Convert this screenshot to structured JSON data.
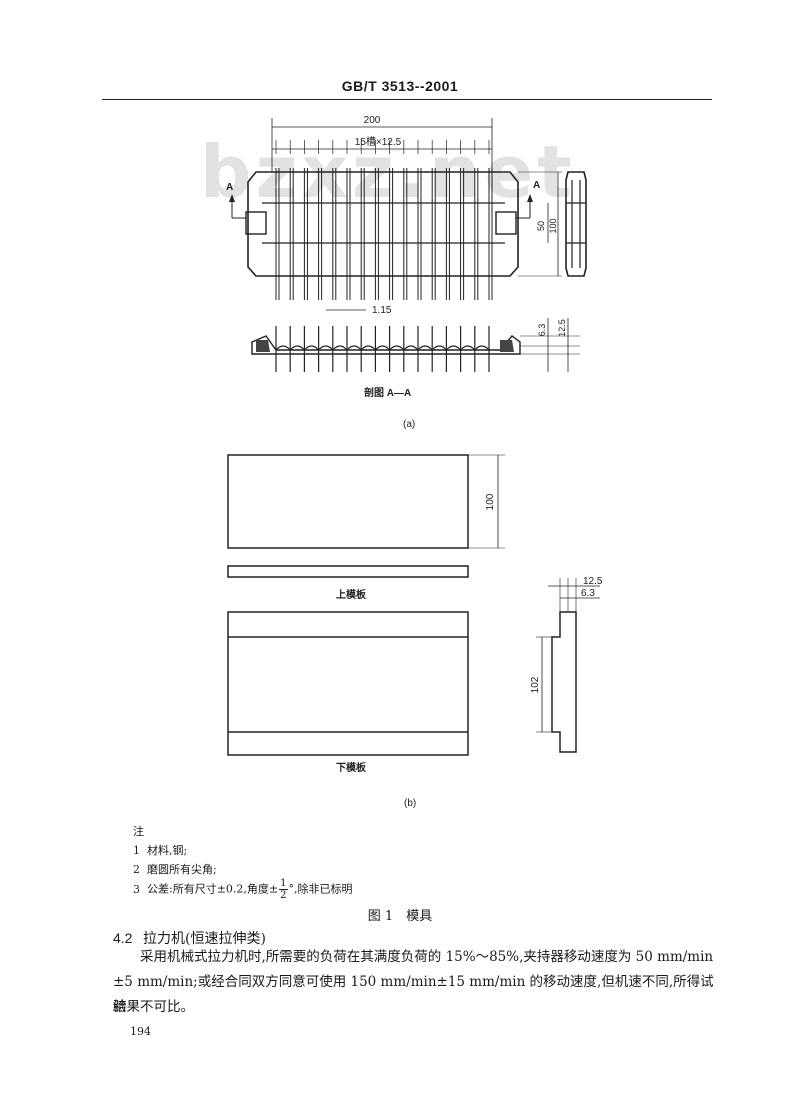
{
  "header": {
    "standard_id": "GB/T 3513--2001"
  },
  "watermark": {
    "text": "bzxz.net"
  },
  "figure_a": {
    "dim_width": "200",
    "dim_pitch": "15槽×12.5",
    "section_mark_left": "A",
    "section_mark_right": "A",
    "dim_50": "50",
    "dim_100": "100",
    "dim_gap": "1.15",
    "dim_6_3": "6.3",
    "dim_12_5": "12.5",
    "section_label": "剖图 A—A",
    "label": "(a)"
  },
  "figure_b": {
    "dim_100": "100",
    "upper_plate_label": "上模板",
    "lower_plate_label": "下模板",
    "dim_12_5": "12.5",
    "dim_6_3": "6.3",
    "dim_102": "102",
    "label": "(b)"
  },
  "notes": {
    "title": "注",
    "n1_num": "1",
    "n1_text": "材料,钢;",
    "n2_num": "2",
    "n2_text": "磨圆所有尖角;",
    "n3_num": "3",
    "n3_prefix": "公差:所有尺寸±0.2,角度±",
    "n3_frac_num": "1",
    "n3_frac_den": "2",
    "n3_suffix": "°,除非已标明"
  },
  "figure_caption": "图 1　模具",
  "section": {
    "number": "4.2",
    "title": "拉力机(恒速拉伸类)",
    "para_line1": "采用机械式拉力机时,所需要的负荷在其满度负荷的 15%～85%,夹持器移动速度为 50 mm/min",
    "para_line2": "±5 mm/min;或经合同双方同意可使用 150 mm/min±15 mm/min 的移动速度,但机速不同,所得试验",
    "para_line3": "结果不可比。"
  },
  "page_number": "194"
}
